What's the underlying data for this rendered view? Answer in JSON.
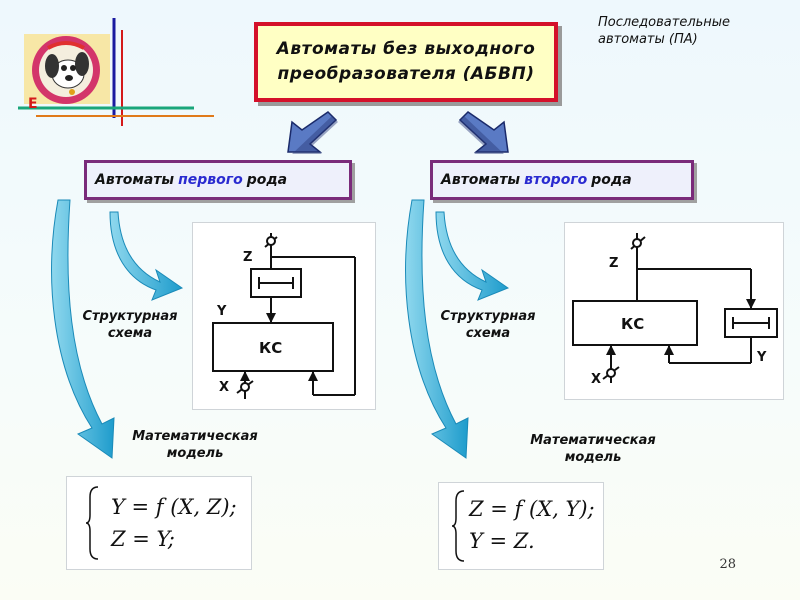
{
  "title_box": {
    "line1": "Автоматы без выходного",
    "line2": "преобразователя (АБВП)"
  },
  "sequential_label": {
    "line1": "Последовательные",
    "line2": "автоматы (ПА)"
  },
  "kind_first": {
    "prefix": "Автоматы",
    "highlight": "первого",
    "suffix": "рода"
  },
  "kind_second": {
    "prefix": "Автоматы",
    "highlight": "второго",
    "suffix": "рода"
  },
  "structural_label_left": {
    "line1": "Структурная",
    "line2": "схема"
  },
  "structural_label_right": {
    "line1": "Структурная",
    "line2": "схема"
  },
  "math_label_left": {
    "line1": "Математическая",
    "line2": "модель"
  },
  "math_label_right": {
    "line1": "Математическая",
    "line2": "модель"
  },
  "diagram_left": {
    "z": "Z",
    "y": "Y",
    "x": "X",
    "block": "КС"
  },
  "diagram_right": {
    "z": "Z",
    "y": "Y",
    "x": "X",
    "block": "КС"
  },
  "formula_left": {
    "line1": "Y = f (X, Z);",
    "line2": "Z = Y;"
  },
  "formula_right": {
    "line1": "Z = f (X, Y);",
    "line2": "Y = Z."
  },
  "page_number": "28",
  "colors": {
    "title_border": "#d4102a",
    "title_fill": "#ffffc4",
    "kind_border": "#7a2a7a",
    "highlight_text": "#2a2ad0",
    "arrow_blue": "#2aa8d4"
  }
}
